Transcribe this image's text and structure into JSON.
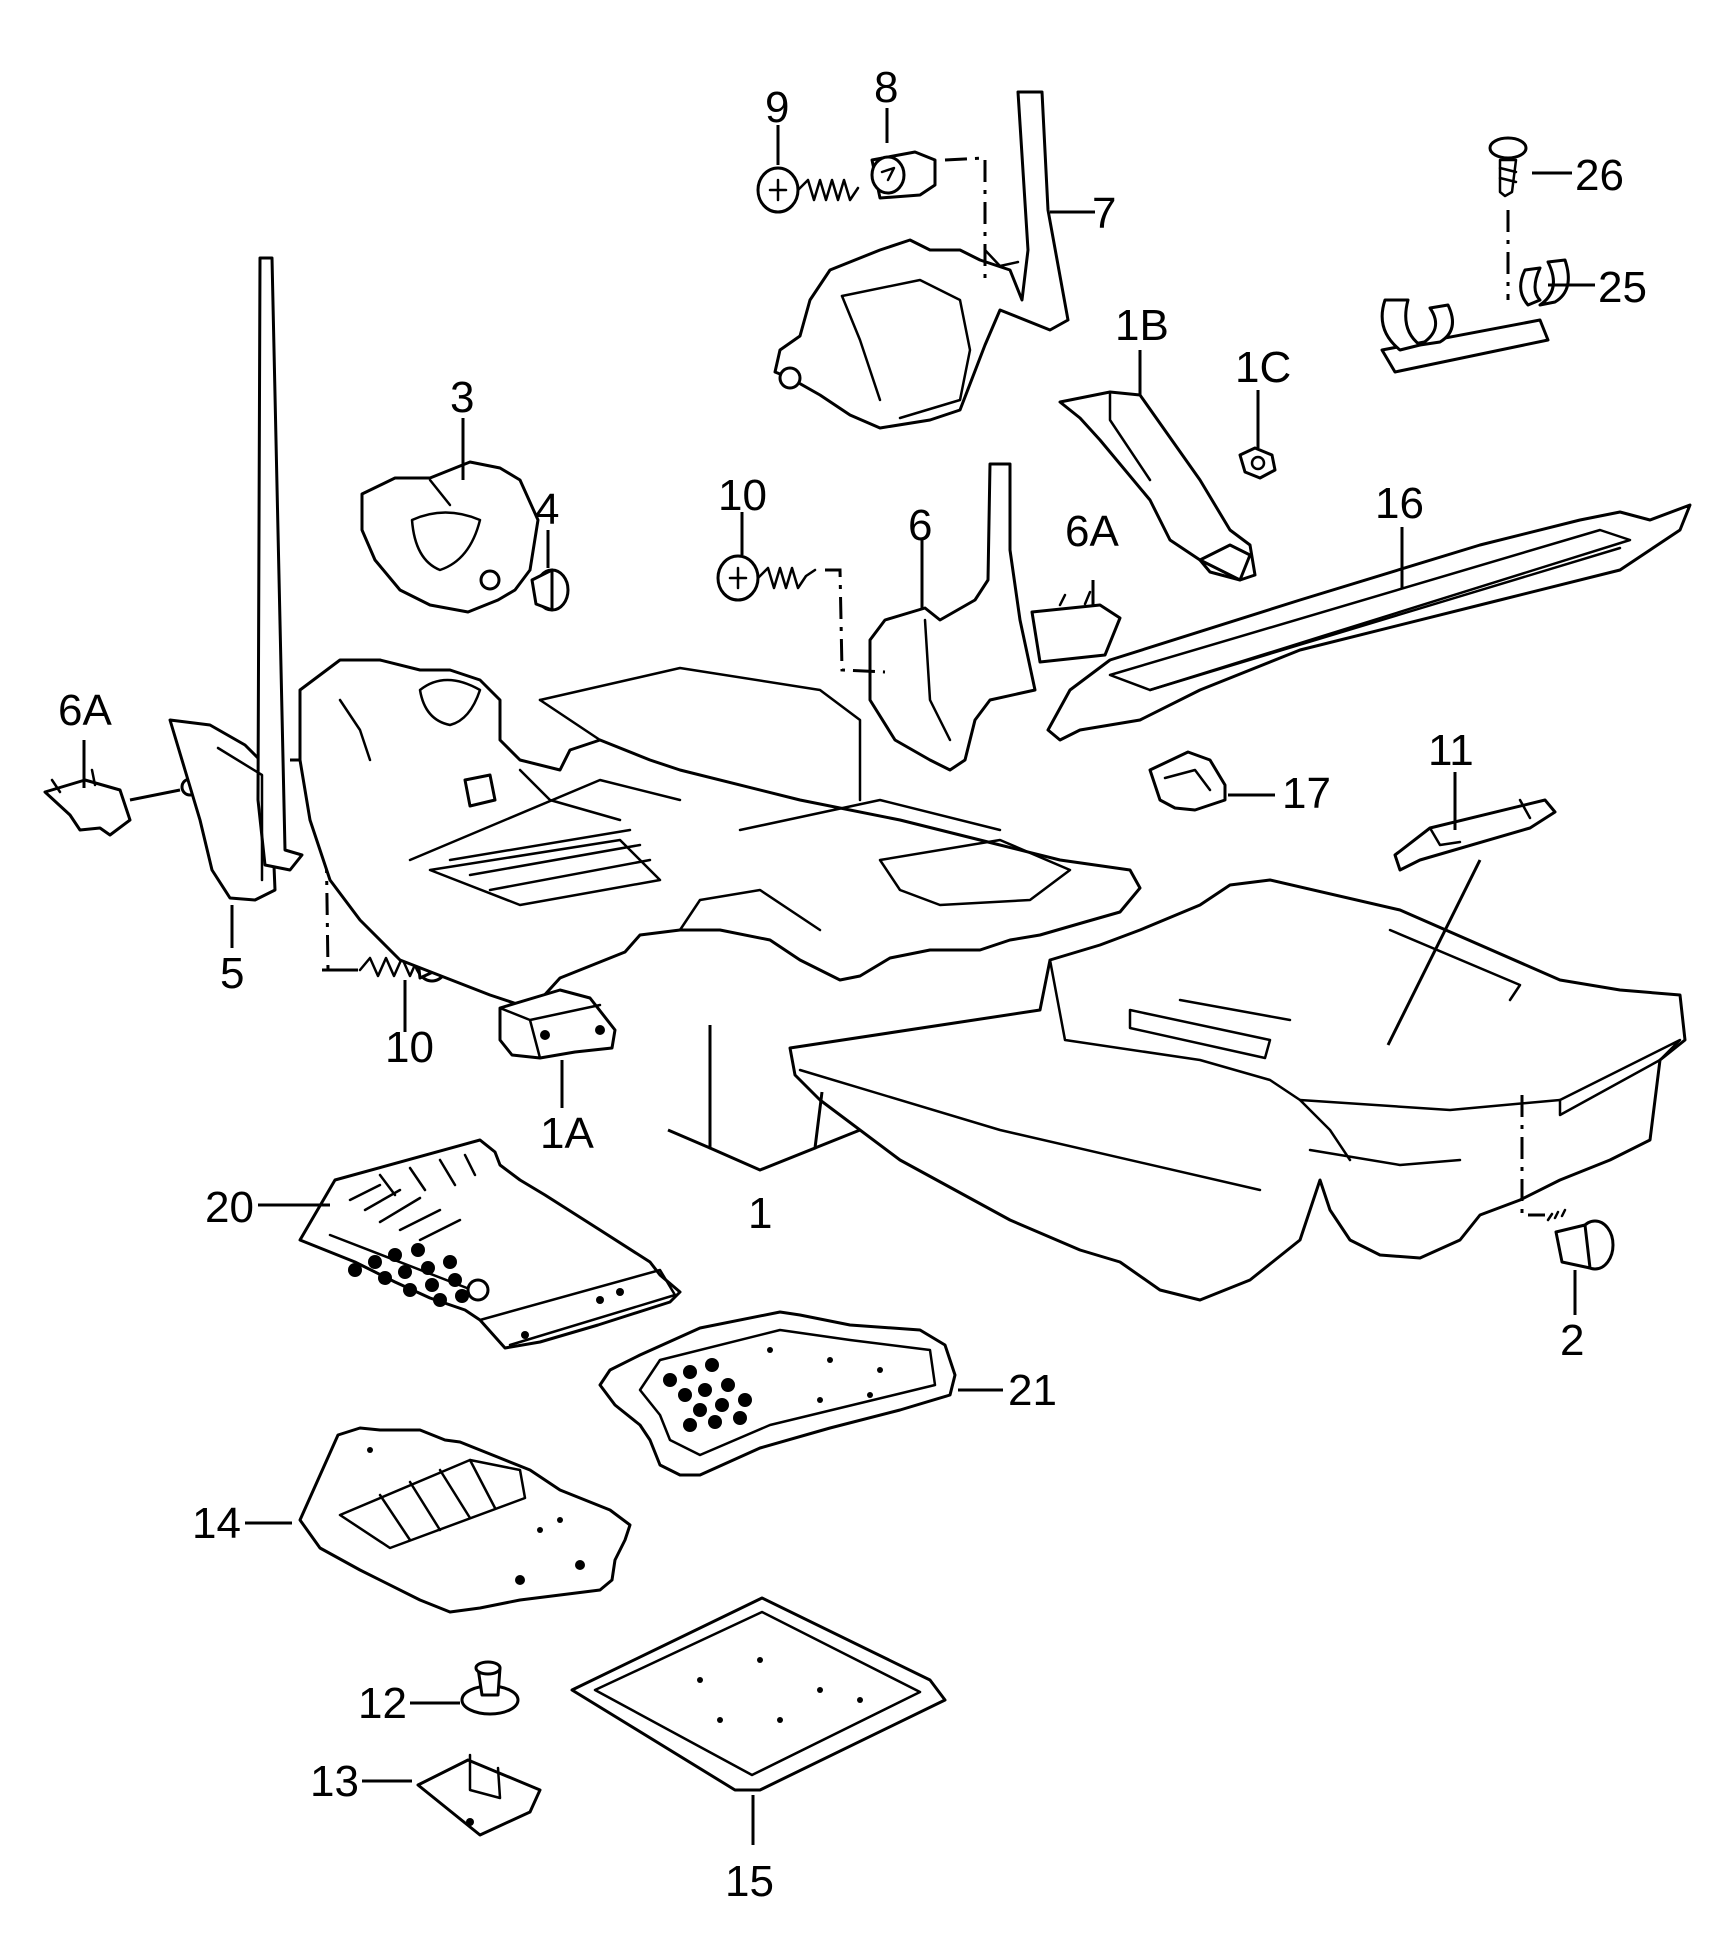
{
  "labels": {
    "l1": "1",
    "l1A": "1A",
    "l1B": "1B",
    "l1C": "1C",
    "l2": "2",
    "l3": "3",
    "l4": "4",
    "l5": "5",
    "l6": "6",
    "l6A_a": "6A",
    "l6A_b": "6A",
    "l7": "7",
    "l8": "8",
    "l9": "9",
    "l10_a": "10",
    "l10_b": "10",
    "l11": "11",
    "l12": "12",
    "l13": "13",
    "l14": "14",
    "l15": "15",
    "l16": "16",
    "l17": "17",
    "l20": "20",
    "l21": "21",
    "l25": "25",
    "l26": "26"
  }
}
